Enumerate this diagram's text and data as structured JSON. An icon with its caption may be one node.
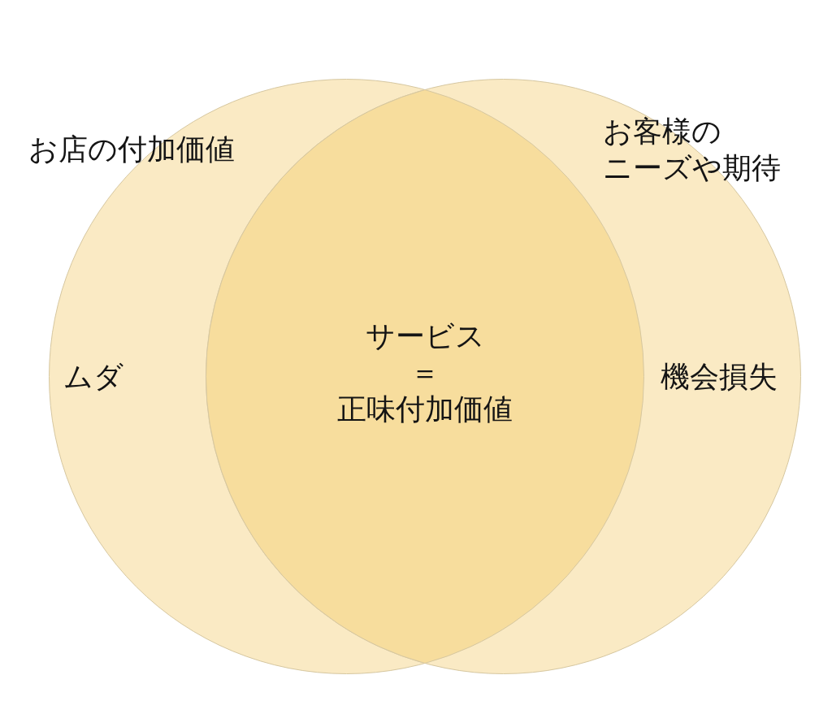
{
  "diagram": {
    "nodes": [
      {
        "text": [
          "お店の付加価値",
          "ムダ"
        ]
      },
      {
        "text": [
          "お客様のニーズや期待",
          "機会損失"
        ]
      },
      {
        "text": [
          "サービス＝正味付加価値"
        ]
      }
    ]
  }
}
